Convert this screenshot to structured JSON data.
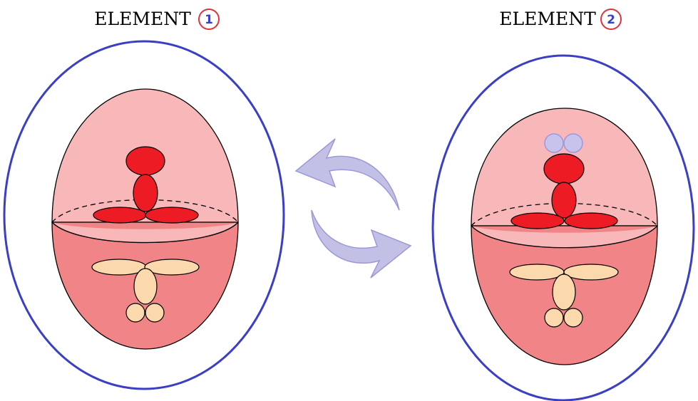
{
  "elements": [
    {
      "title": "ELEMENT",
      "number": "1"
    },
    {
      "title": "ELEMENT",
      "number": "2"
    }
  ],
  "colors": {
    "outer_ring": "#3a3fc4",
    "badge_ring": "#e0333a",
    "badge_number": "#3a3fc4",
    "upper_hemisphere": "#f8b8b9",
    "lower_hemisphere": "#f18487",
    "red_lobe": "#ed1c24",
    "cream_lobe": "#fcd9ad",
    "lavender_lobe": "#c7c3ec",
    "arrow_fill": "#c3c0e6",
    "arrow_stroke": "#9d98d8"
  }
}
